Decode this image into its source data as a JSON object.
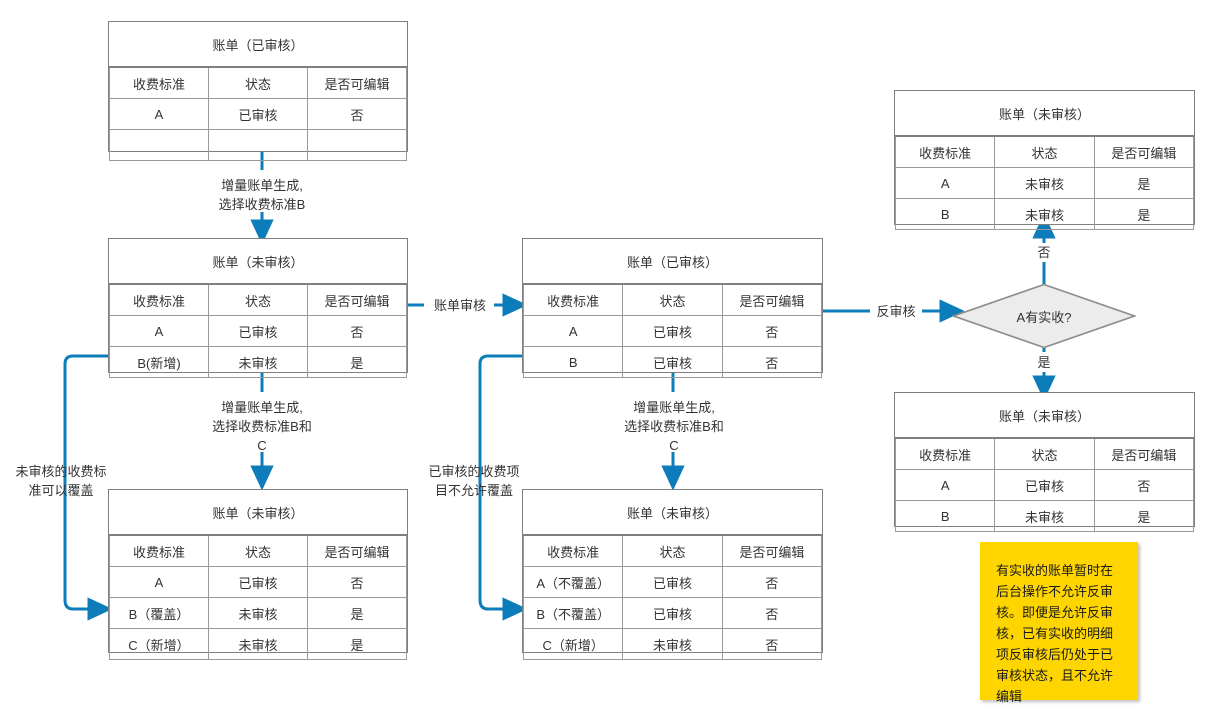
{
  "theme": {
    "connector_color": "#0d7cba",
    "table_border": "#7f7f7f",
    "cell_border": "#9a9a9a",
    "diamond_fill": "#ececec",
    "diamond_stroke": "#8c8c8c",
    "note_bg": "#FFD500",
    "text_color": "#333333",
    "background": "#ffffff"
  },
  "columns": [
    "收费标准",
    "状态",
    "是否可编辑"
  ],
  "tables": {
    "t1": {
      "title": "账单（已审核）",
      "rows": [
        [
          "A",
          "已审核",
          "否"
        ],
        [
          "",
          "",
          ""
        ]
      ]
    },
    "t2": {
      "title": "账单（未审核）",
      "rows": [
        [
          "A",
          "已审核",
          "否"
        ],
        [
          "B(新增)",
          "未审核",
          "是"
        ]
      ]
    },
    "t3": {
      "title": "账单（未审核）",
      "rows": [
        [
          "A",
          "已审核",
          "否"
        ],
        [
          "B（覆盖）",
          "未审核",
          "是"
        ],
        [
          "C（新增）",
          "未审核",
          "是"
        ]
      ]
    },
    "t4": {
      "title": "账单（已审核）",
      "rows": [
        [
          "A",
          "已审核",
          "否"
        ],
        [
          "B",
          "已审核",
          "否"
        ]
      ]
    },
    "t5": {
      "title": "账单（未审核）",
      "rows": [
        [
          "A（不覆盖）",
          "已审核",
          "否"
        ],
        [
          "B（不覆盖）",
          "已审核",
          "否"
        ],
        [
          "C（新增）",
          "未审核",
          "否"
        ]
      ]
    },
    "t6": {
      "title": "账单（未审核）",
      "rows": [
        [
          "A",
          "未审核",
          "是"
        ],
        [
          "B",
          "未审核",
          "是"
        ]
      ]
    },
    "t7": {
      "title": "账单（未审核）",
      "rows": [
        [
          "A",
          "已审核",
          "否"
        ],
        [
          "B",
          "未审核",
          "是"
        ]
      ]
    }
  },
  "decision": {
    "label": "A有实收?",
    "yes": "是",
    "no": "否"
  },
  "edges": {
    "e1": "增量账单生成,\n选择收费标准B",
    "e2": "增量账单生成,\n选择收费标准B和\nC",
    "e3": "增量账单生成,\n选择收费标准B和\nC",
    "e4": "账单审核",
    "e5": "反审核",
    "e6": "未审核的收费标\n准可以覆盖",
    "e7": "已审核的收费项\n目不允许覆盖"
  },
  "note": {
    "text": "有实收的账单暂时在后台操作不允许反审核。即便是允许反审核，已有实收的明细项反审核后仍处于已审核状态，且不允许编辑"
  }
}
